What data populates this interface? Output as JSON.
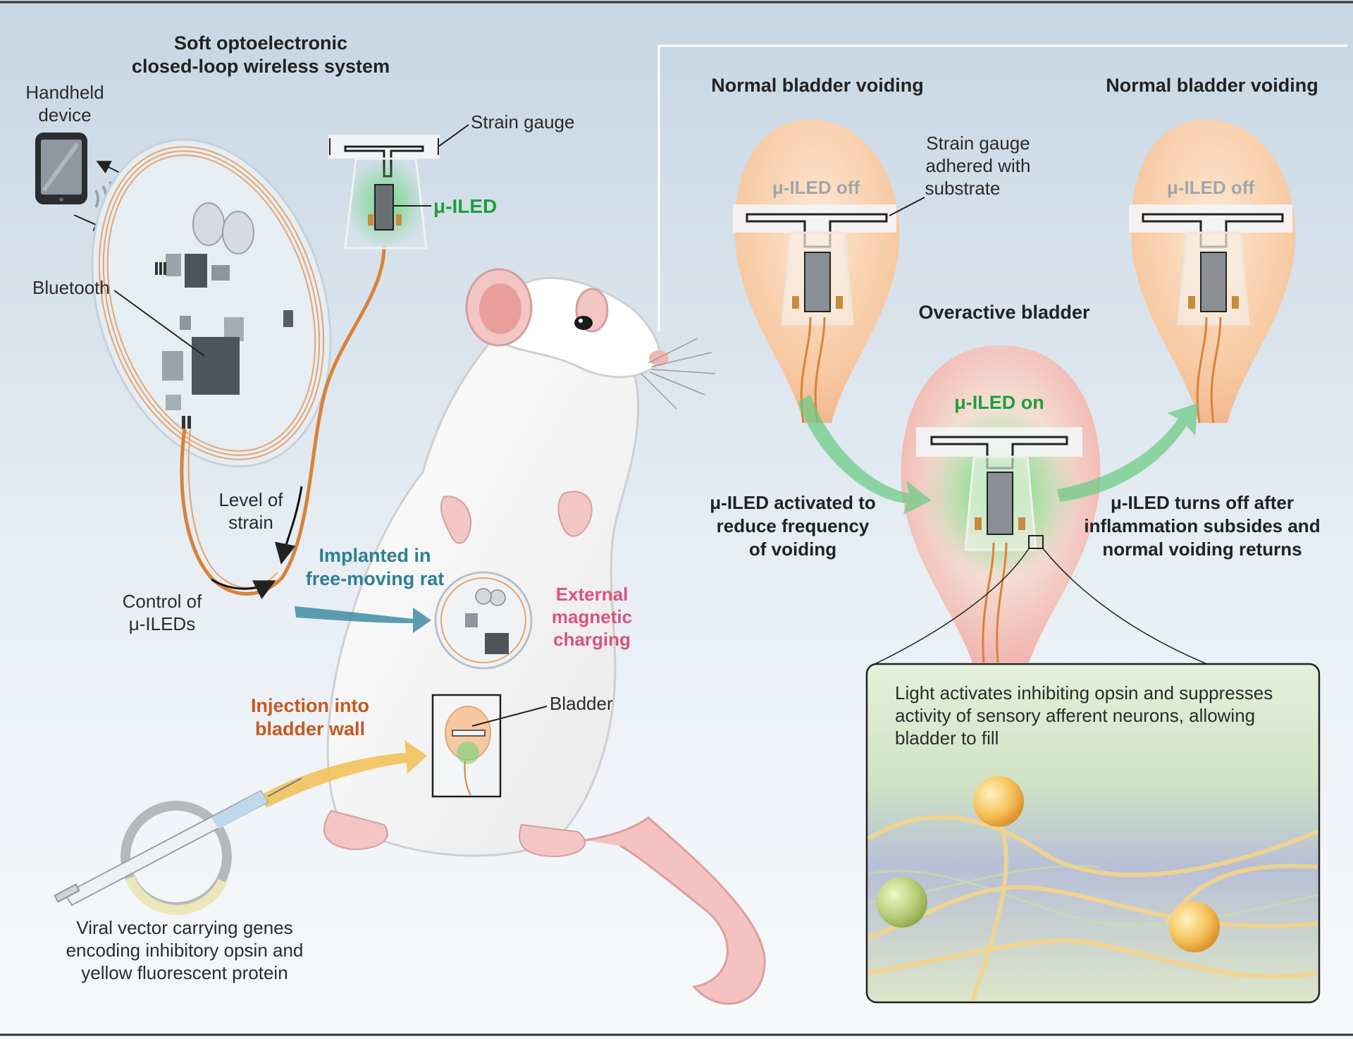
{
  "system_title": [
    "Soft optoelectronic",
    "closed-loop wireless system"
  ],
  "handheld_label": [
    "Handheld",
    "device"
  ],
  "bluetooth_label": "Bluetooth",
  "strain_gauge_label": "Strain gauge",
  "uiled_label": "μ-ILED",
  "level_of_strain_label": [
    "Level of",
    "strain"
  ],
  "control_label": [
    "Control of",
    "μ-ILEDs"
  ],
  "implanted_label": [
    "Implanted in",
    "free-moving rat"
  ],
  "charging_label": [
    "External",
    "magnetic",
    "charging"
  ],
  "injection_label": [
    "Injection into",
    "bladder wall"
  ],
  "bladder_label": "Bladder",
  "viral_label": [
    "Viral vector carrying genes",
    "encoding inhibitory opsin and",
    "yellow fluorescent protein"
  ],
  "normal_left_title": "Normal bladder voiding",
  "normal_right_title": "Normal bladder voiding",
  "overactive_title": "Overactive bladder",
  "uiled_off_left": "μ-ILED off",
  "uiled_off_right": "μ-ILED off",
  "uiled_on": "μ-ILED on",
  "strain_adhered_label": [
    "Strain gauge",
    "adhered with",
    "substrate"
  ],
  "activated_label": [
    "μ-ILED activated to",
    "reduce frequency",
    "of voiding"
  ],
  "turns_off_label": [
    "μ-ILED turns off after",
    "inflammation subsides and",
    "normal voiding returns"
  ],
  "inset_text": [
    "Light activates inhibiting opsin and suppresses",
    "activity of sensory afferent neurons, allowing",
    "bladder to fill"
  ],
  "colors": {
    "green_text": "#1f9e3a",
    "teal_text": "#2e7f93",
    "pink_text": "#d9547a",
    "orange_text": "#c8581e",
    "wire": "#d9823a",
    "panel_border": "#b9bec4"
  }
}
